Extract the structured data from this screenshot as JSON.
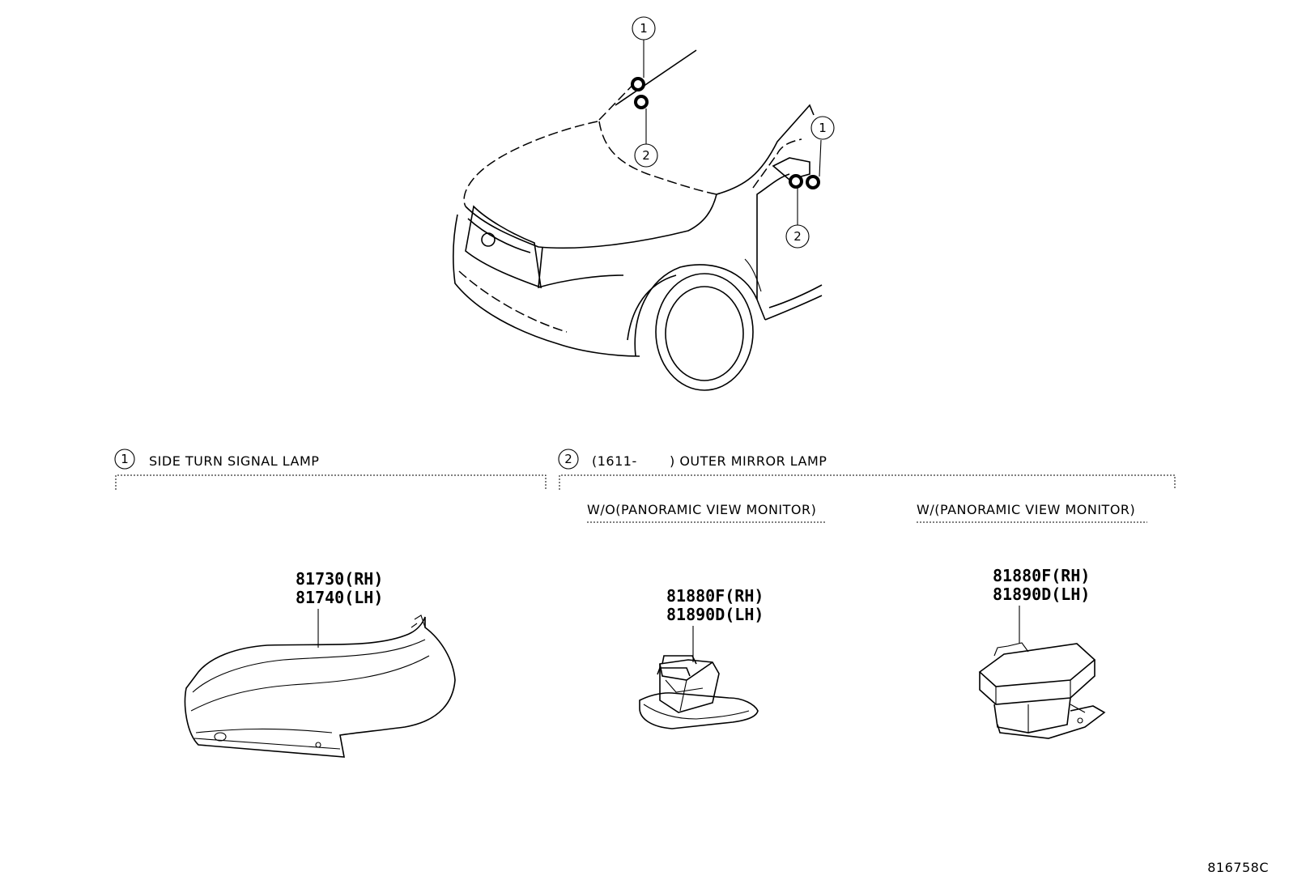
{
  "callouts": {
    "one": "1",
    "two": "2"
  },
  "sections": {
    "side_turn": {
      "title": "SIDE TURN SIGNAL LAMP"
    },
    "outer_mirror": {
      "date_range": "(1611-",
      "title": ") OUTER MIRROR LAMP",
      "variant_without": "W/O(PANORAMIC VIEW MONITOR)",
      "variant_with": "W/(PANORAMIC VIEW MONITOR)"
    }
  },
  "parts": {
    "turn_signal": {
      "rh": "81730(RH)",
      "lh": "81740(LH)"
    },
    "mirror_lamp_without": {
      "rh": "81880F(RH)",
      "lh": "81890D(LH)"
    },
    "mirror_lamp_with": {
      "rh": "81880F(RH)",
      "lh": "81890D(LH)"
    }
  },
  "diagram_id": "816758C"
}
